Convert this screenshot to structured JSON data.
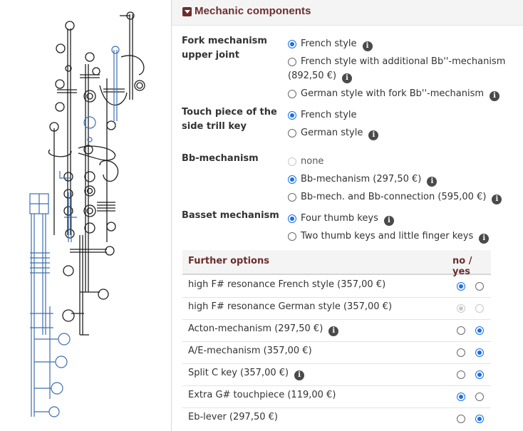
{
  "header": {
    "title": "Mechanic components"
  },
  "groups": [
    {
      "label": "Fork mechanism upper joint",
      "options": [
        {
          "text": "French style",
          "checked": true,
          "disabled": false,
          "info": true
        },
        {
          "text": "French style with additional Bb''-mechanism",
          "text2": "(892,50 €)",
          "checked": false,
          "disabled": false,
          "info": true
        },
        {
          "text": "German style with fork Bb''-mechanism",
          "checked": false,
          "disabled": false,
          "info": true
        }
      ]
    },
    {
      "label": "Touch piece of the side trill key",
      "options": [
        {
          "text": "French style",
          "checked": true,
          "disabled": false,
          "info": false
        },
        {
          "text": "German style",
          "checked": false,
          "disabled": false,
          "info": true
        }
      ]
    },
    {
      "label": "Bb-mechanism",
      "options": [
        {
          "text": "none",
          "checked": false,
          "disabled": true,
          "info": false
        },
        {
          "text": "Bb-mechanism (297,50 €)",
          "checked": true,
          "disabled": false,
          "info": true
        },
        {
          "text": "Bb-mech. and Bb-connection (595,00 €)",
          "checked": false,
          "disabled": false,
          "info": true
        }
      ]
    },
    {
      "label": "Basset mechanism",
      "options": [
        {
          "text": "Four thumb keys",
          "checked": true,
          "disabled": false,
          "info": true
        },
        {
          "text": "Two thumb keys and little finger keys",
          "checked": false,
          "disabled": false,
          "info": true
        }
      ]
    }
  ],
  "further": {
    "header_left": "Further options",
    "header_right": "no / yes",
    "rows": [
      {
        "label": "high F# resonance French style (357,00 €)",
        "value": "no",
        "disabled": false,
        "info": false
      },
      {
        "label": "high F# resonance German style (357,00 €)",
        "value": "no",
        "disabled": true,
        "info": false
      },
      {
        "label": "Acton-mechanism (297,50 €)",
        "value": "yes",
        "disabled": false,
        "info": true
      },
      {
        "label": "A/E-mechanism (357,00 €)",
        "value": "yes",
        "disabled": false,
        "info": false
      },
      {
        "label": "Split C key (357,00 €)",
        "value": "yes",
        "disabled": false,
        "info": true
      },
      {
        "label": "Extra G# touchpiece (119,00 €)",
        "value": "no",
        "disabled": false,
        "info": false
      },
      {
        "label": "Eb-lever (297,50 €)",
        "value": "yes",
        "disabled": false,
        "info": false
      }
    ]
  },
  "colors": {
    "accent": "#6d2d2d",
    "radio": "#1a6fe3",
    "diagram_blue": "#3d6fb0",
    "diagram_black": "#1f1f1f"
  },
  "icons": {
    "info": "info-icon",
    "collapse": "caret-down-icon",
    "diagram": "clarinet-mechanism-diagram"
  }
}
